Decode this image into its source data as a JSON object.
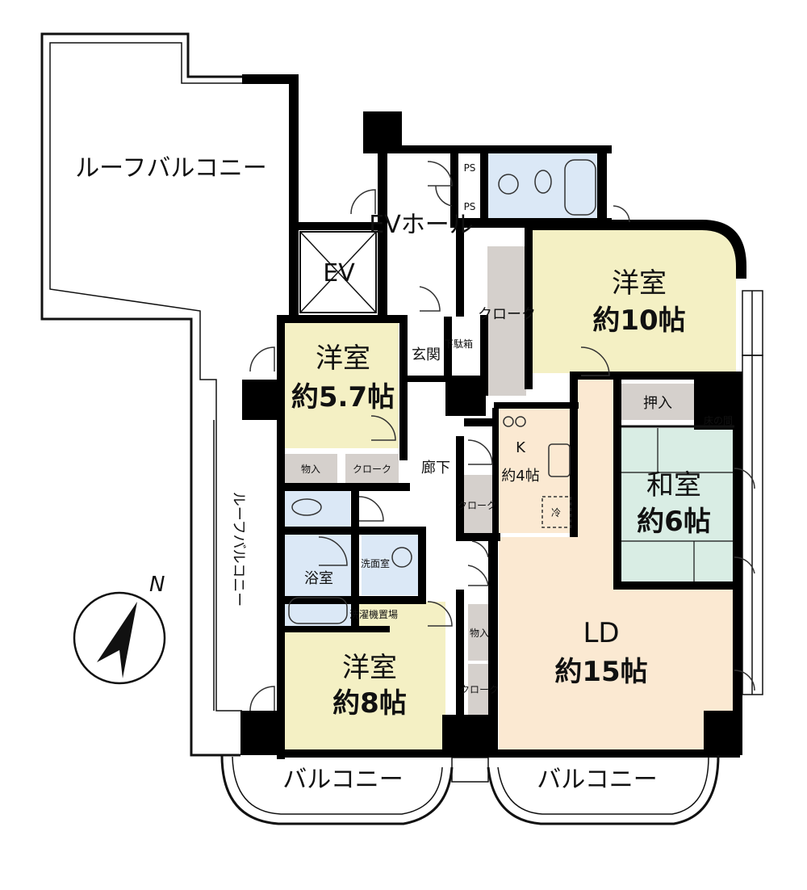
{
  "colors": {
    "western_room": "#f4f0c4",
    "ld": "#fbe9d2",
    "japanese_room": "#d9ede4",
    "wet_area": "#dbe8f6",
    "closet": "#d5d0cc",
    "wall": "#000000"
  },
  "rooms": {
    "roof_balcony_top": "ルーフバルコニー",
    "roof_balcony_side": "ルーフバルコニー",
    "ev": "EV",
    "ev_hall": "EVホール",
    "ps_1": "PS",
    "ps_2": "PS",
    "western_10_name": "洋室",
    "western_10_size": "約10帖",
    "clock_1": "クローク",
    "genkan": "玄関",
    "getabako": "下駄箱",
    "western_57_name": "洋室",
    "western_57_size": "約5.7帖",
    "monoire_1": "物入",
    "clock_2": "クローク",
    "oshiire": "押入",
    "tokonoma": "床の間",
    "kitchen_name": "K",
    "kitchen_size": "約4帖",
    "refrigerator": "冷",
    "corridor": "廊下",
    "clock_3": "クローク",
    "japanese_name": "和室",
    "japanese_size": "約6帖",
    "bath": "浴室",
    "washroom": "洗面室",
    "laundry": "洗濯機置場",
    "monoire_2": "物入",
    "clock_4": "クローク",
    "western_8_name": "洋室",
    "western_8_size": "約8帖",
    "ld_name": "LD",
    "ld_size": "約15帖",
    "balcony_left": "バルコニー",
    "balcony_right": "バルコニー"
  },
  "compass": {
    "north_label": "N"
  }
}
